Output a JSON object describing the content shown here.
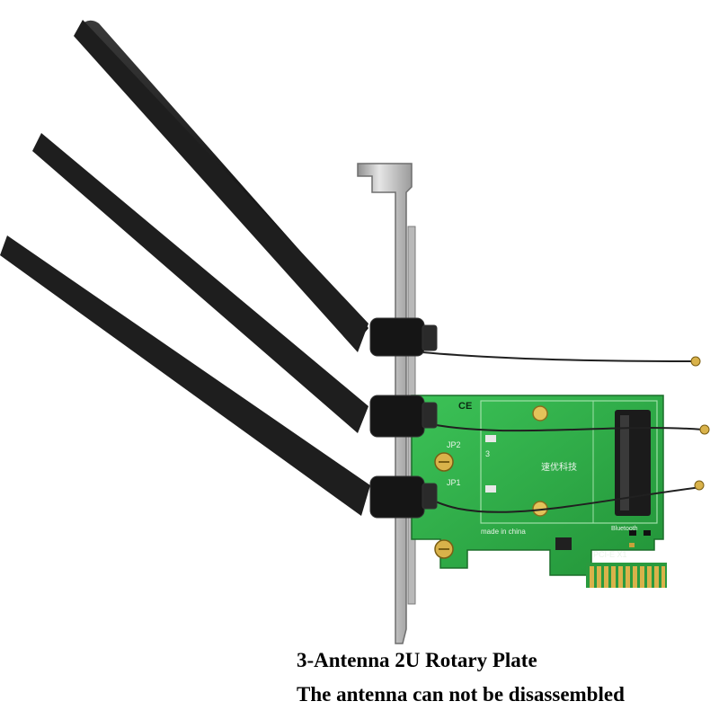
{
  "caption": {
    "line1": "3-Antenna 2U Rotary Plate",
    "line2": "The antenna can not be disassembled"
  },
  "board_labels": {
    "ce_mark": "CE",
    "jp2": "JP2",
    "jp1": "JP1",
    "slot_number": "3",
    "brand_cn": "速优科技",
    "made_in": "made in china",
    "bluetooth": "Bluetooth",
    "pcie": "PCI-E  X1"
  },
  "colors": {
    "pcb_green": "#2fae45",
    "antenna_black": "#1c1c1c",
    "bracket_silver": "#c9c9c9",
    "gold_contact": "#d9b24a"
  }
}
